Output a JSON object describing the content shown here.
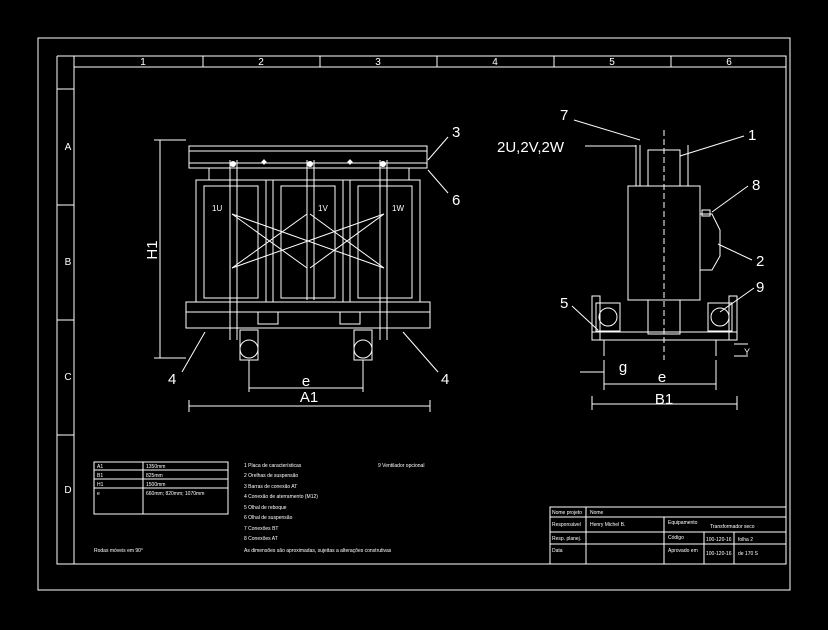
{
  "grid": {
    "columns": [
      "1",
      "2",
      "3",
      "4",
      "5",
      "6"
    ],
    "rows": [
      "A",
      "B",
      "C",
      "D"
    ]
  },
  "front_view": {
    "height_label": "H1",
    "width_label": "A1",
    "wheel_spacing_label": "e",
    "phase_labels": [
      "1U",
      "1V",
      "1W"
    ],
    "callouts": [
      "3",
      "6",
      "4",
      "4"
    ]
  },
  "side_view": {
    "terminals_label": "2U,2V,2W",
    "width_label": "B1",
    "wheel_spacing_label": "e",
    "offset_label": "g",
    "clearance_label": "Y",
    "callouts": [
      "7",
      "1",
      "8",
      "2",
      "5",
      "9"
    ]
  },
  "dim_table": [
    {
      "key": "A1",
      "value": "1350mm"
    },
    {
      "key": "B1",
      "value": "825mm"
    },
    {
      "key": "H1",
      "value": "1500mm"
    },
    {
      "key": "e",
      "value": "660mm; 820mm; 1070mm"
    }
  ],
  "legend": [
    "1 Placa de características",
    "2 Orelhas de suspensão",
    "3 Barras de conexão AT",
    "4 Conexão de aterramento (M12)",
    "5 Olhal de reboque",
    "6 Olhal de suspensão",
    "7 Conexões BT",
    "8 Conexões AT"
  ],
  "legend_extra": "9 Ventilador opcional",
  "footnote_left": "Rodas móveis em 90°",
  "footnote_bottom": "As dimensões são aproximadas, sujeitas a alterações construtivas",
  "title_block": {
    "project_label": "Nome projeto",
    "project_value": "Nome",
    "responsible_label": "Responsável",
    "responsible_value": "Henry Michel B.",
    "equipment_label": "Equipamento",
    "equipment_value": "Transformador seco",
    "plan_label": "Resp. planej.",
    "code_label": "Código",
    "code_value": "100-120-16",
    "sheet_value": "folha 2",
    "date_label": "Data",
    "approval_label": "Aprovado em",
    "approval_value": "100-120-16",
    "scale_value": "de 170 S"
  }
}
